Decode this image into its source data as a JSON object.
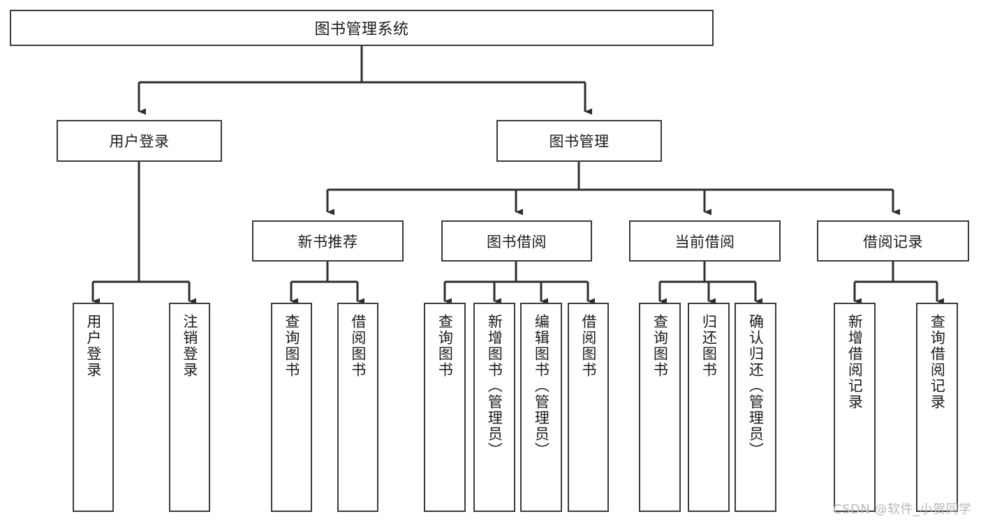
{
  "diagram": {
    "type": "tree",
    "title": "图书管理系统",
    "root": {
      "label": "图书管理系统"
    },
    "level1": [
      {
        "label": "用户登录"
      },
      {
        "label": "图书管理"
      }
    ],
    "level2": [
      {
        "label": "新书推荐"
      },
      {
        "label": "图书借阅"
      },
      {
        "label": "当前借阅"
      },
      {
        "label": "借阅记录"
      }
    ],
    "leaves": {
      "user_login": [
        {
          "label": "用户登录"
        },
        {
          "label": "注销登录"
        }
      ],
      "new_book_recommend": [
        {
          "label": "查询图书"
        },
        {
          "label": "借阅图书"
        }
      ],
      "book_borrow": [
        {
          "label": "查询图书"
        },
        {
          "label": "新增图书（管理员）"
        },
        {
          "label": "编辑图书（管理员）"
        },
        {
          "label": "借阅图书"
        }
      ],
      "current_borrow": [
        {
          "label": "查询图书"
        },
        {
          "label": "归还图书"
        },
        {
          "label": "确认归还（管理员）"
        }
      ],
      "borrow_record": [
        {
          "label": "新增借阅记录"
        },
        {
          "label": "查询借阅记录"
        }
      ]
    }
  },
  "watermark": {
    "text": "CSDN @软件_小贺同学"
  },
  "colors": {
    "border": "#3a3a3a",
    "text": "#1b1b1b",
    "background": "#ffffff",
    "watermark": "#b9b9b9"
  }
}
